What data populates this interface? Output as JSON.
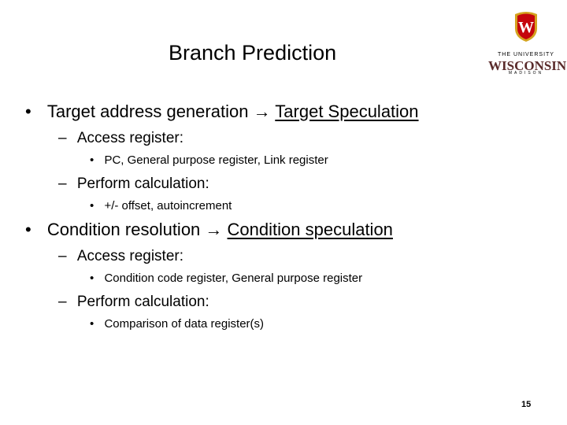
{
  "slide": {
    "title": "Branch Prediction",
    "page_number": "15",
    "logo": {
      "line1": "THE UNIVERSITY",
      "line2": "WISCONSIN",
      "line3": "MADISON",
      "crest_letter": "W",
      "colors": {
        "crest": "#c5050c",
        "crest_dark": "#7a0a0a",
        "gold": "#d4a21f"
      }
    },
    "items": [
      {
        "bullet": "•",
        "text": "Target address generation",
        "arrow": "→",
        "emph": "Target Speculation",
        "sub": [
          {
            "dash": "–",
            "text": "Access register:",
            "detail": {
              "bullet": "•",
              "text": "PC, General purpose register, Link register"
            }
          },
          {
            "dash": "–",
            "text": "Perform calculation:",
            "detail": {
              "bullet": "•",
              "text": "+/- offset, autoincrement"
            }
          }
        ]
      },
      {
        "bullet": "•",
        "text": "Condition resolution",
        "arrow": "→",
        "emph": "Condition speculation",
        "sub": [
          {
            "dash": "–",
            "text": "Access register:",
            "detail": {
              "bullet": "•",
              "text": "Condition code register, General purpose register"
            }
          },
          {
            "dash": "–",
            "text": "Perform calculation:",
            "detail": {
              "bullet": "•",
              "text": "Comparison of data register(s)"
            }
          }
        ]
      }
    ]
  }
}
